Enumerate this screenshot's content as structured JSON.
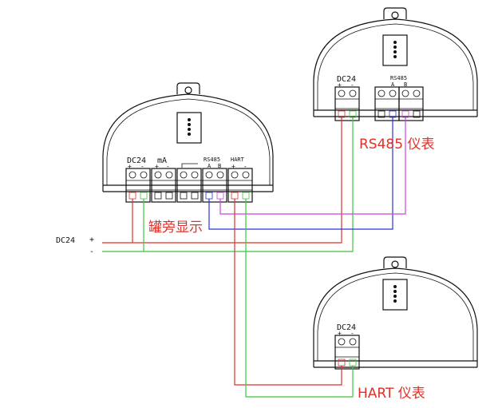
{
  "devices": {
    "tank_display": {
      "label": "罐旁显示",
      "terminals": {
        "dc24": "DC24",
        "ma": "mA",
        "rs485": "RS485",
        "hart": "HART",
        "a": "A",
        "b": "B",
        "plus": "+",
        "minus": "-"
      }
    },
    "rs485_meter": {
      "label": "RS485 仪表",
      "terminals": {
        "dc24": "DC24",
        "rs485": "RS485",
        "a": "A",
        "b": "B",
        "plus": "+",
        "minus": "-"
      }
    },
    "hart_meter": {
      "label": "HART 仪表",
      "terminals": {
        "dc24": "DC24",
        "plus": "+",
        "minus": "-"
      }
    }
  },
  "power_supply": {
    "label": "DC24",
    "plus": "+",
    "minus": "-"
  },
  "colors": {
    "positive_wire": "#e0302a",
    "negative_wire": "#3cc83c",
    "rs485_a_wire": "#2a36d8",
    "rs485_b_wire": "#cc44dd",
    "label_red": "#e0302a",
    "outline": "#111111"
  }
}
